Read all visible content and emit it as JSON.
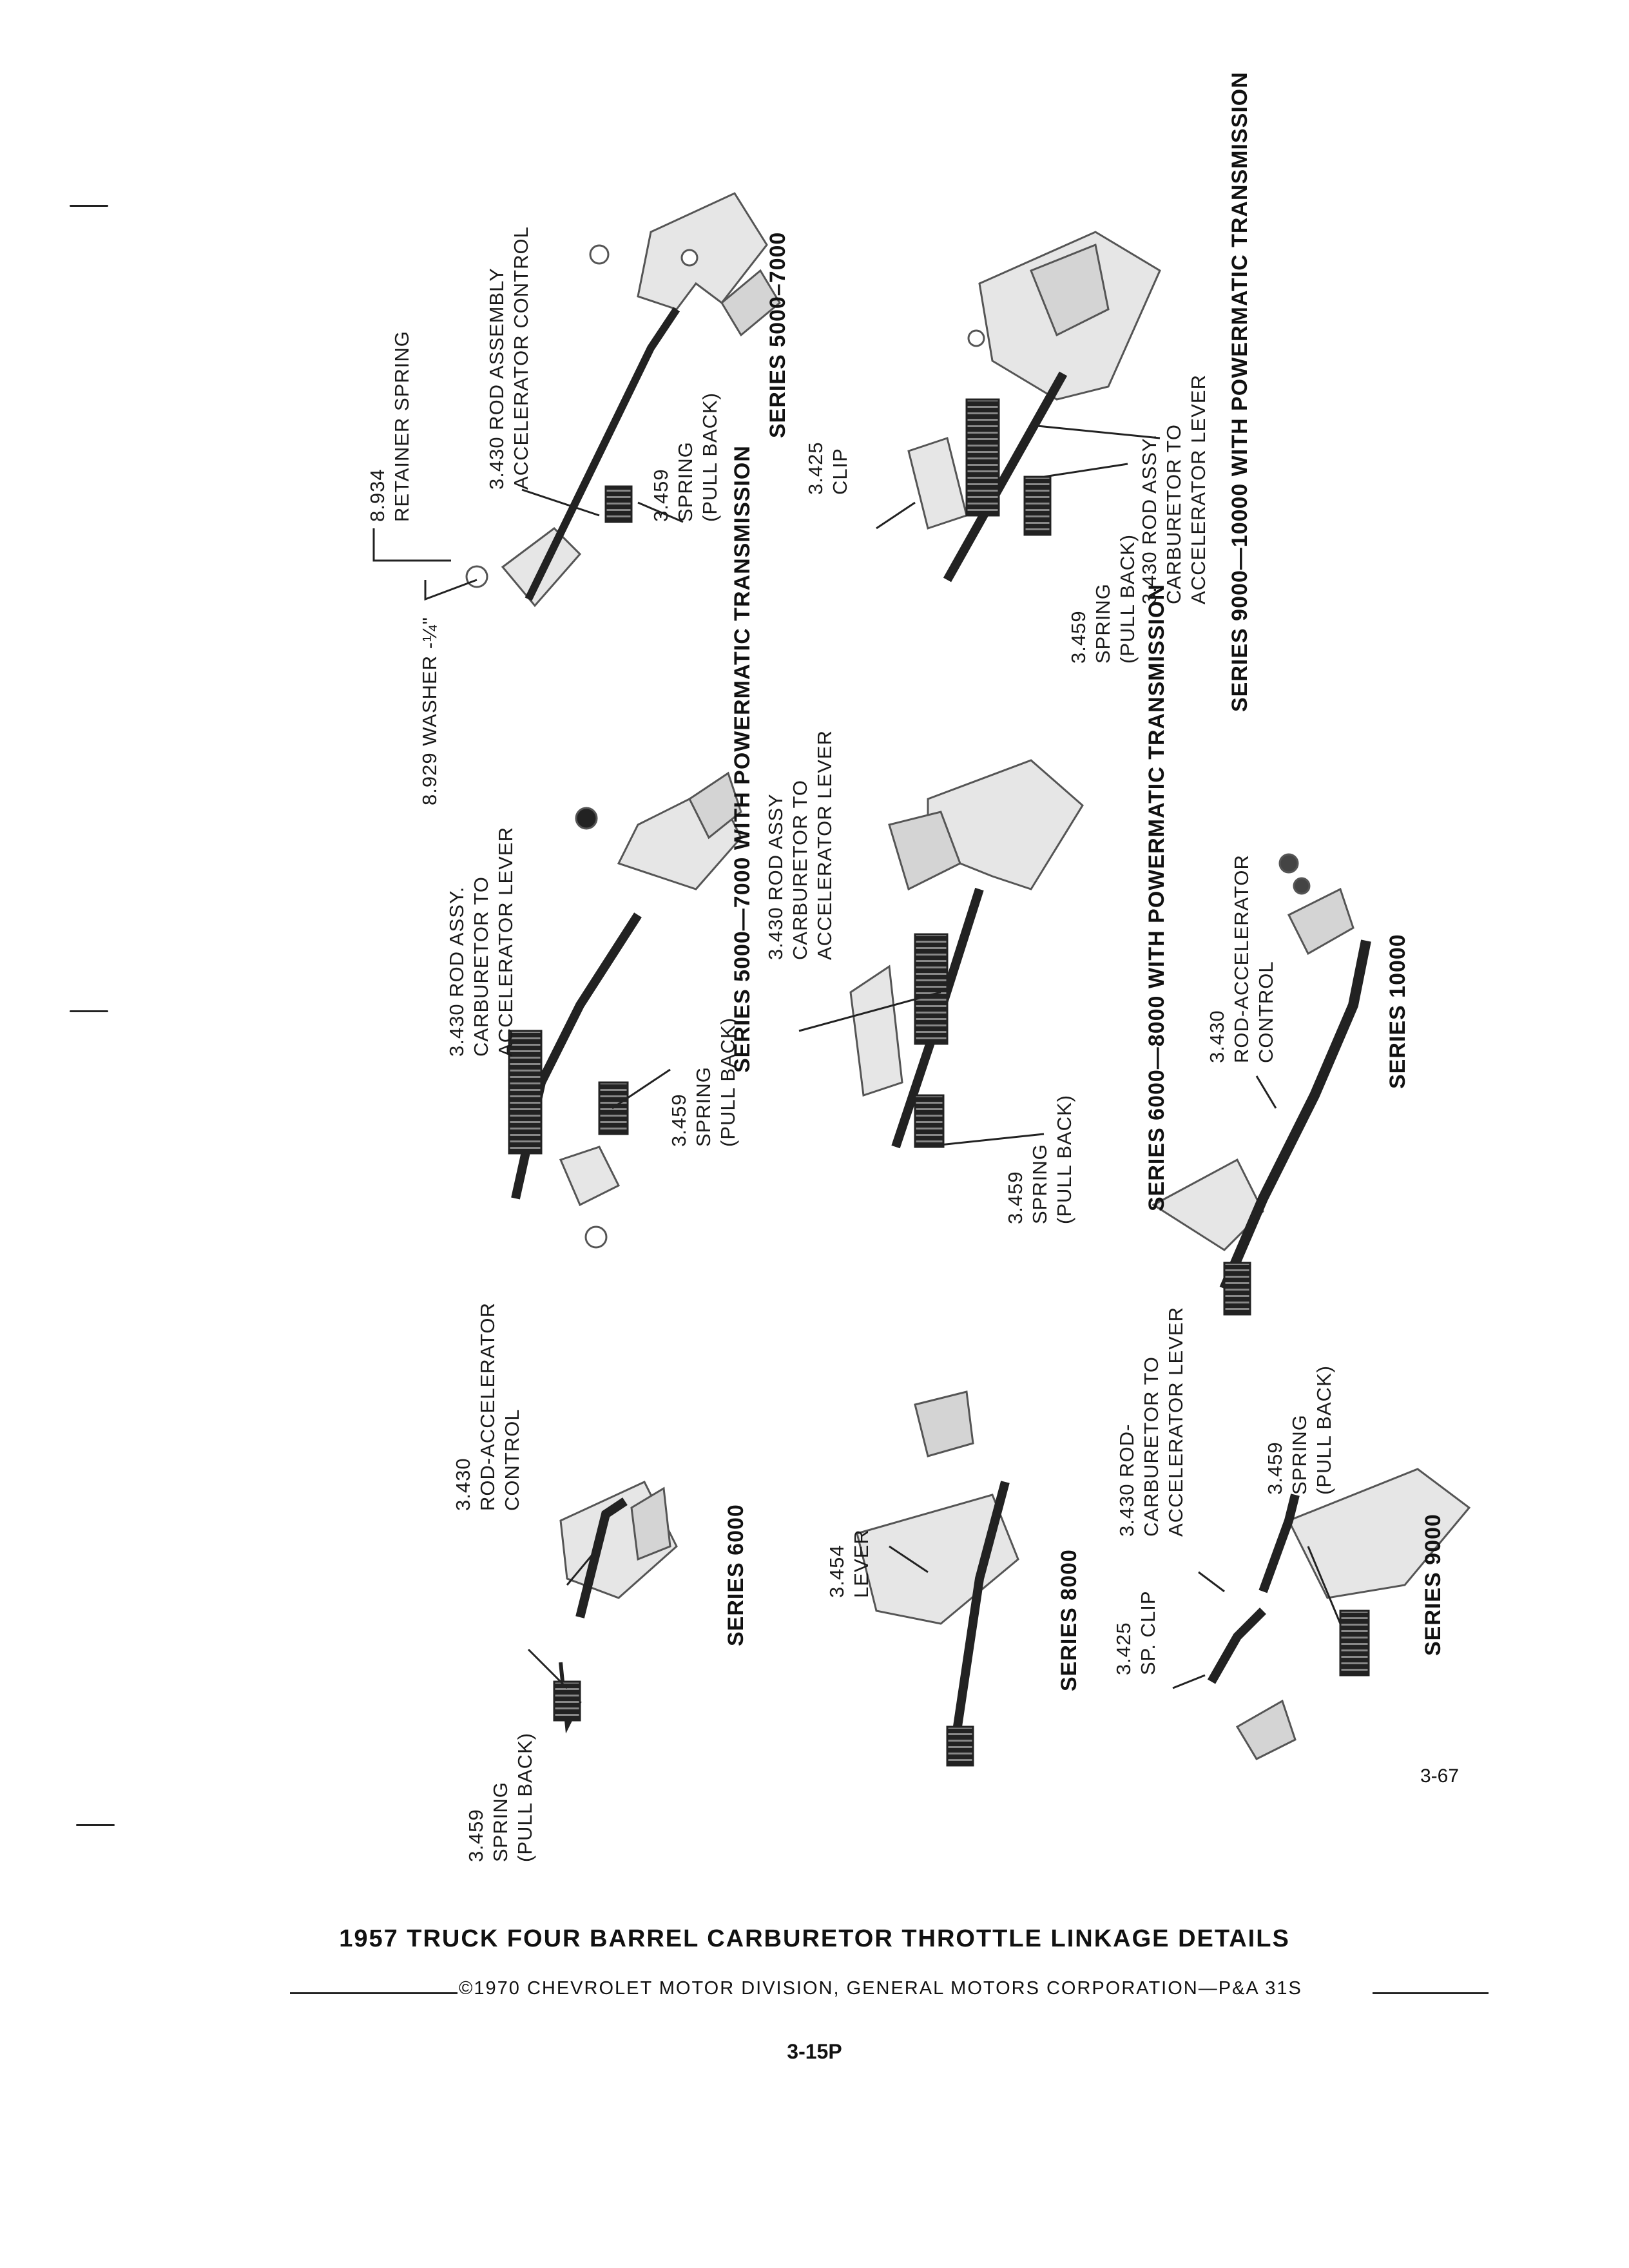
{
  "page": {
    "title": "1957 TRUCK FOUR BARREL CARBURETOR THROTTLE LINKAGE DETAILS",
    "copyright": "©1970 CHEVROLET MOTOR DIVISION, GENERAL MOTORS CORPORATION—P&A 31S",
    "page_number": "3-15P",
    "figure_number": "3-67"
  },
  "panels": {
    "s5000_7000": {
      "series": "SERIES 5000–7000",
      "labels": {
        "retainer_spring": [
          "8.934",
          "RETAINER SPRING"
        ],
        "rod_assembly": [
          "3.430 ROD ASSEMBLY",
          "ACCELERATOR CONTROL"
        ],
        "spring": [
          "3.459",
          "SPRING",
          "(PULL BACK)"
        ],
        "washer": "8.929 WASHER -¼\""
      }
    },
    "s5000_7000_pm": {
      "series": "SERIES 5000—7000 WITH POWERMATIC TRANSMISSION",
      "labels": {
        "rod_assy": [
          "3.430 ROD ASSY.",
          "CARBURETOR TO",
          "ACCELERATOR LEVER"
        ],
        "spring": [
          "3.459",
          "SPRING",
          "(PULL BACK)"
        ]
      }
    },
    "s6000_8000_pm": {
      "series": "SERIES 6000—8000 WITH POWERMATIC TRANSMISSION",
      "labels": {
        "rod_assy": [
          "3.430 ROD ASSY",
          "CARBURETOR TO",
          "ACCELERATOR LEVER"
        ],
        "spring": [
          "3.459",
          "SPRING",
          "(PULL BACK)"
        ]
      }
    },
    "s9000_10000_pm": {
      "series": "SERIES 9000—10000 WITH POWERMATIC TRANSMISSION",
      "labels": {
        "clip": [
          "3.425",
          "CLIP"
        ],
        "spring": [
          "3.459",
          "SPRING",
          "(PULL BACK)"
        ],
        "rod_assy": [
          "3.430 ROD ASSY.",
          "CARBURETOR TO",
          "ACCELERATOR LEVER"
        ]
      }
    },
    "s10000": {
      "series": "SERIES 10000",
      "labels": {
        "rod": [
          "3.430",
          "ROD-ACCELERATOR",
          "CONTROL"
        ]
      }
    },
    "s6000": {
      "series": "SERIES 6000",
      "labels": {
        "rod": [
          "3.430",
          "ROD-ACCELERATOR",
          "CONTROL"
        ],
        "spring": [
          "3.459",
          "SPRING",
          "(PULL BACK)"
        ]
      }
    },
    "s8000": {
      "series": "SERIES 8000",
      "labels": {
        "lever": [
          "3.454",
          "LEVER"
        ]
      }
    },
    "s9000": {
      "series": "SERIES 9000",
      "labels": {
        "rod": [
          "3.430 ROD-",
          "CARBURETOR TO",
          "ACCELERATOR LEVER"
        ],
        "spring": [
          "3.459",
          "SPRING",
          "(PULL BACK)"
        ],
        "clip": [
          "3.425",
          "SP. CLIP"
        ]
      }
    }
  }
}
